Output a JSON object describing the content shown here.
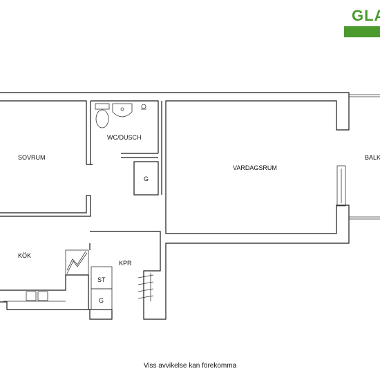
{
  "brand": {
    "text": "GLA",
    "color": "#4a9a2e"
  },
  "rooms": {
    "sovrum": "SOVRUM",
    "wc_dusch": "WC/DUSCH",
    "vardagsrum": "VARDAGSRUM",
    "balkong": "BALK",
    "kok": "KÖK",
    "kpr": "KPR",
    "st": "ST",
    "g_bath": "G",
    "g_hall": "G"
  },
  "footer": {
    "disclaimer": "Viss avvikelse kan förekomma"
  }
}
